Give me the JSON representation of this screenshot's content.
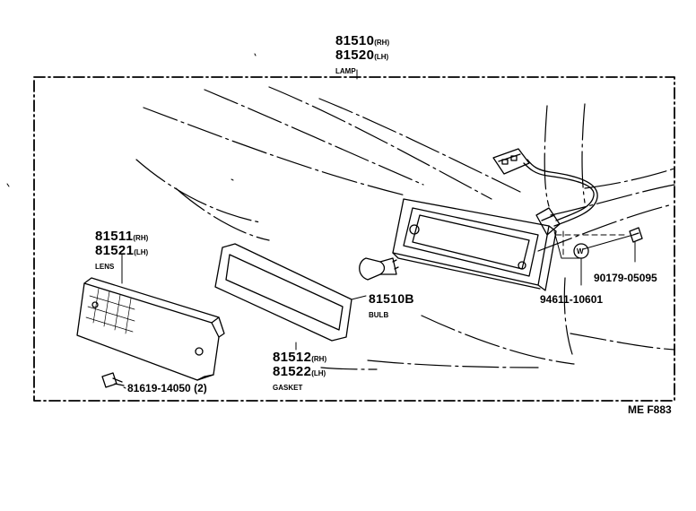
{
  "lamp": {
    "part_rh": "81510",
    "suffix_rh": "(RH)",
    "part_lh": "81520",
    "suffix_lh": "(LH)",
    "name": "LAMP"
  },
  "lens": {
    "part_rh": "81511",
    "suffix_rh": "(RH)",
    "part_lh": "81521",
    "suffix_lh": "(LH)",
    "name": "LENS"
  },
  "gasket": {
    "part_rh": "81512",
    "suffix_rh": "(RH)",
    "part_lh": "81522",
    "suffix_lh": "(LH)",
    "name": "GASKET"
  },
  "bulb": {
    "part": "81510B",
    "name": "BULB"
  },
  "screw": {
    "part": "81619-14050 (2)"
  },
  "clip": {
    "part": "90179-05095"
  },
  "washer": {
    "part": "94611-10601",
    "mark": "W"
  },
  "diagram_code": "ME F883"
}
